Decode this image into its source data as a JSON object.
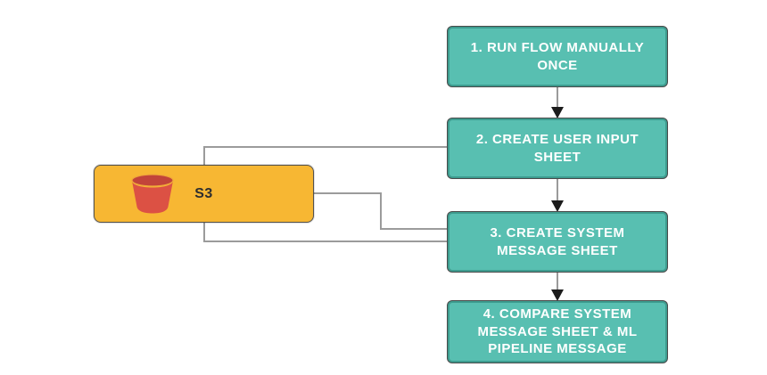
{
  "colors": {
    "bg": "#FFFFFF",
    "box_fill": "#58BFB1",
    "box_border": "#3D9C8F",
    "box_outline": "#4A4A4A",
    "box_text": "#FFFFFF",
    "s3_fill": "#F7B733",
    "s3_border": "#56524A",
    "s3_text": "#2E2E2E",
    "connector": "#9B9B9B",
    "arrowhead": "#1C1C1C",
    "bucket_body": "#DC5144",
    "bucket_lid": "#C2443A",
    "bucket_rim": "#EFA73B"
  },
  "s3": {
    "label": "S3",
    "icon": "s3-bucket-icon"
  },
  "steps": [
    {
      "label": "1. RUN FLOW MANUALLY ONCE"
    },
    {
      "label": "2. CREATE USER INPUT SHEET"
    },
    {
      "label": "3. CREATE SYSTEM MESSAGE SHEET"
    },
    {
      "label": "4. COMPARE SYSTEM MESSAGE SHEET & ML PIPELINE MESSAGE"
    }
  ]
}
